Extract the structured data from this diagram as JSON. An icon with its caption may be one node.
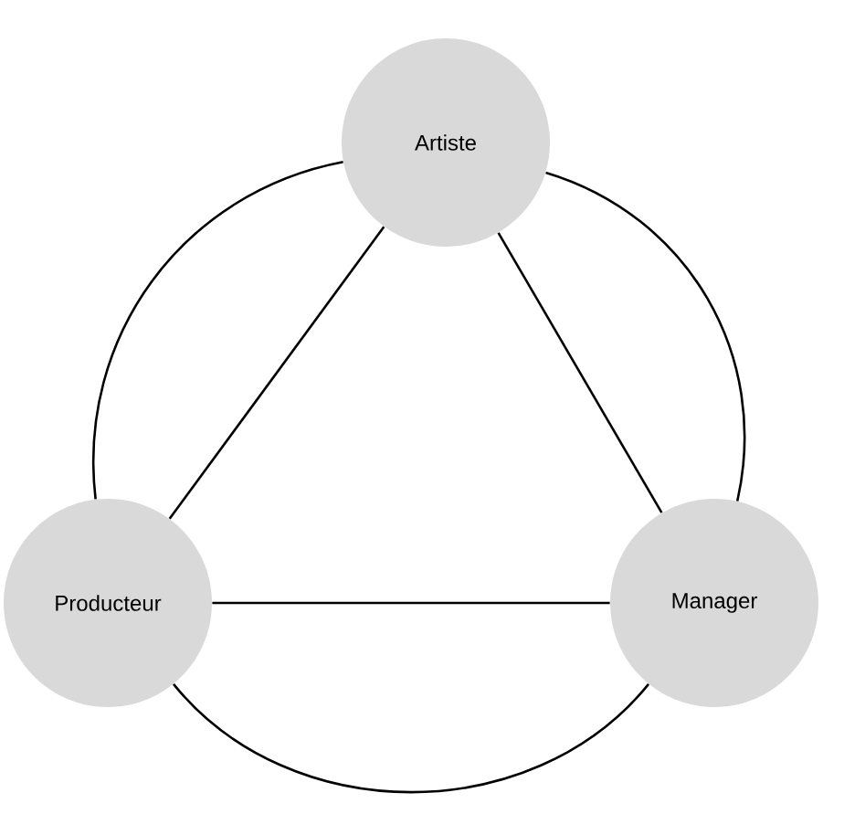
{
  "diagram": {
    "nodes": [
      {
        "text": [
          "Artiste"
        ]
      },
      {
        "text": [
          "Producteur"
        ]
      },
      {
        "text": [
          "Manager"
        ]
      }
    ],
    "edges": [
      {
        "from": 0,
        "to": 1,
        "arrow": "none"
      },
      {
        "from": 1,
        "to": 2,
        "arrow": "none"
      },
      {
        "from": 2,
        "to": 0,
        "arrow": "none"
      },
      {
        "from": 0,
        "to": 2,
        "arrow": "none"
      },
      {
        "from": 2,
        "to": 1,
        "arrow": "none"
      },
      {
        "from": 1,
        "to": 0,
        "arrow": "none"
      }
    ]
  }
}
